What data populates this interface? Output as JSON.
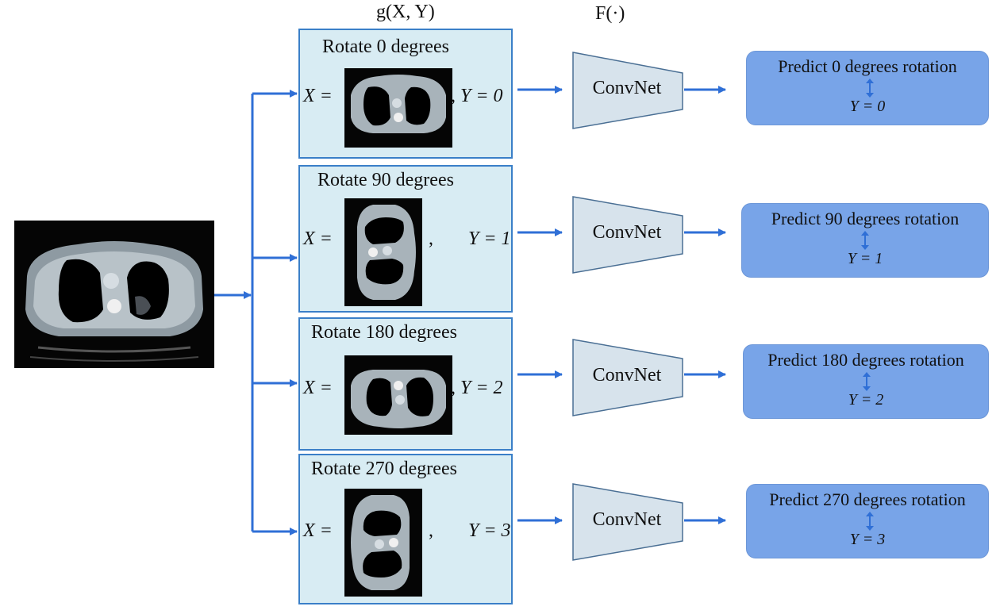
{
  "headers": {
    "g": "g(X, Y)",
    "f": "F(·)"
  },
  "branches": [
    {
      "rotate_label": "Rotate 0 degrees",
      "x_label": "X =",
      "y_label": ", Y = 0",
      "convnet": "ConvNet",
      "predict_label": "Predict 0 degrees rotation",
      "predict_y": "Y = 0",
      "rotation": 0
    },
    {
      "rotate_label": "Rotate 90 degrees",
      "x_label": "X =",
      "y_label": "Y = 1",
      "comma": ",",
      "convnet": "ConvNet",
      "predict_label": "Predict 90 degrees rotation",
      "predict_y": "Y = 1",
      "rotation": 90
    },
    {
      "rotate_label": "Rotate 180 degrees",
      "x_label": "X =",
      "y_label": ", Y = 2",
      "convnet": "ConvNet",
      "predict_label": "Predict 180 degrees rotation",
      "predict_y": "Y = 2",
      "rotation": 180
    },
    {
      "rotate_label": "Rotate 270 degrees",
      "x_label": "X =",
      "y_label": "Y = 3",
      "comma": ",",
      "convnet": "ConvNet",
      "predict_label": "Predict 270 degrees rotation",
      "predict_y": "Y = 3",
      "rotation": 270
    }
  ],
  "colors": {
    "arrow": "#2f6fd6",
    "rot_box_fill": "#d8ecf3",
    "rot_box_border": "#3a7fc8",
    "convnet_fill": "#d7e3ec",
    "predict_fill": "#78a4e8"
  },
  "icons": {
    "input_image": "ct-scan-chest-image",
    "convnet": "trapezoid-network-shape",
    "predict_arrow": "double-headed-vertical-arrow"
  }
}
